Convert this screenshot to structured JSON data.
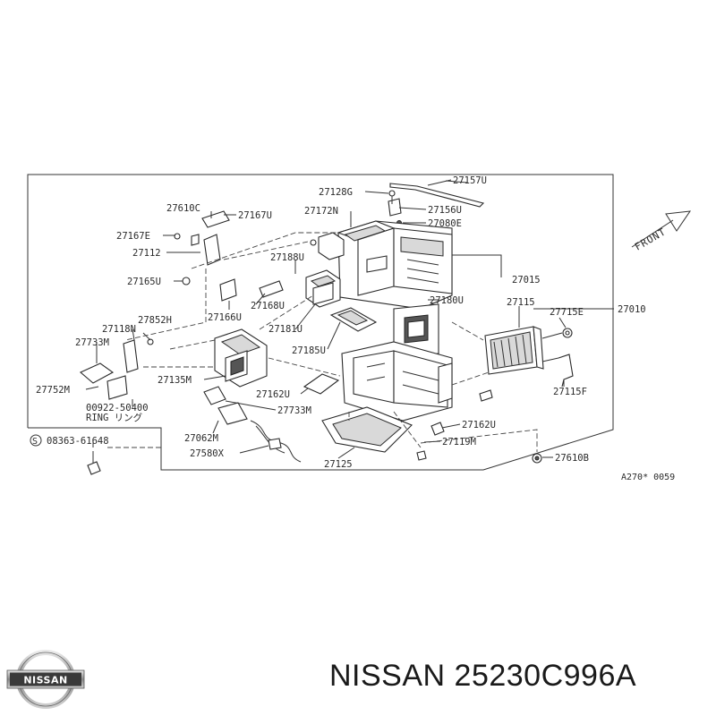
{
  "diagram": {
    "parts": {
      "p27157U": "27157U",
      "p27128G": "27128G",
      "p27156U": "27156U",
      "p27080E": "27080E",
      "p27610C": "27610C",
      "p27167U": "27167U",
      "p27172N": "27172N",
      "p27167E": "27167E",
      "p27112": "27112",
      "p27188U": "27188U",
      "p27015": "27015",
      "p27165U": "27165U",
      "p27180U": "27180U",
      "p27168U": "27168U",
      "p27115": "27115",
      "p27166U": "27166U",
      "p27715E": "27715E",
      "p27010": "27010",
      "p27852H": "27852H",
      "p27181U": "27181U",
      "p27118N": "27118N",
      "p27733M_a": "27733M",
      "p27185U": "27185U",
      "p27135M": "27135M",
      "p27752M": "27752M",
      "p27162U_a": "27162U",
      "p27115F": "27115F",
      "p00922": "00922-50400",
      "ring": "RING リング",
      "p27733M_b": "27733M",
      "p27062M": "27062M",
      "p27162U_b": "27162U",
      "p08363": "08363-61648",
      "p27119M": "27119M",
      "p27580X": "27580X",
      "p27610B": "27610B",
      "p27125": "27125"
    },
    "front_label": "FRONT",
    "figure_code": "A270* 0059",
    "screw_symbol": "S"
  },
  "brand": {
    "logo_text": "NISSAN",
    "caption": "NISSAN 25230C996A"
  }
}
